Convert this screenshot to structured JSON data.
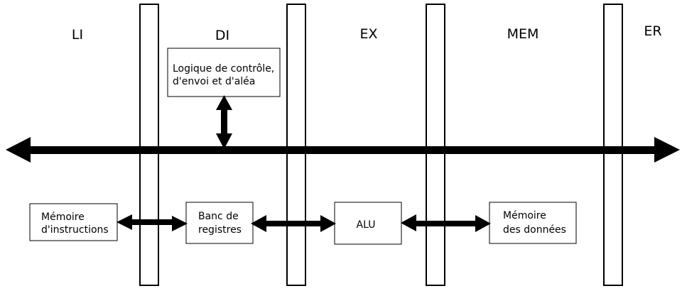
{
  "stages": [
    "LI",
    "DI",
    "EX",
    "MEM",
    "ER"
  ],
  "boxes": {
    "control": [
      "Logique de contrôle,",
      "d'envoi et d'aléa"
    ],
    "instr_mem": [
      "Mémoire",
      "d'instructions"
    ],
    "registers": [
      "Banc de",
      "registres"
    ],
    "alu": [
      "ALU"
    ],
    "data_mem": [
      "Mémoire",
      "des données"
    ]
  },
  "colors": {
    "line": "#000000",
    "fill": "#ffffff"
  }
}
